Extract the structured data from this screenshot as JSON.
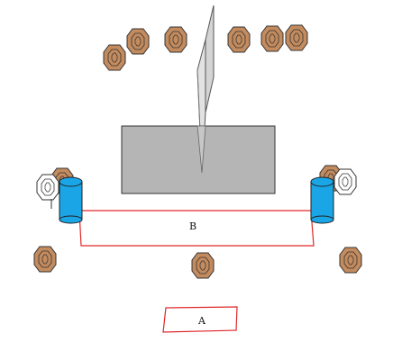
{
  "labels": {
    "zone_a": "A",
    "zone_b": "B"
  },
  "colors": {
    "target_brown": "#c38b5e",
    "target_white": "#ffffff",
    "barrel_blue": "#1aa6e6",
    "zone_outline": "#e0282a",
    "wall_gray": "#b5b5b5",
    "panel_gray": "#d4d4d4"
  },
  "targets": {
    "paper_brown_count": 11,
    "no_shoot_white_count": 2
  },
  "props": {
    "barrels": 2,
    "wall": 1,
    "standing_panel": 1
  }
}
